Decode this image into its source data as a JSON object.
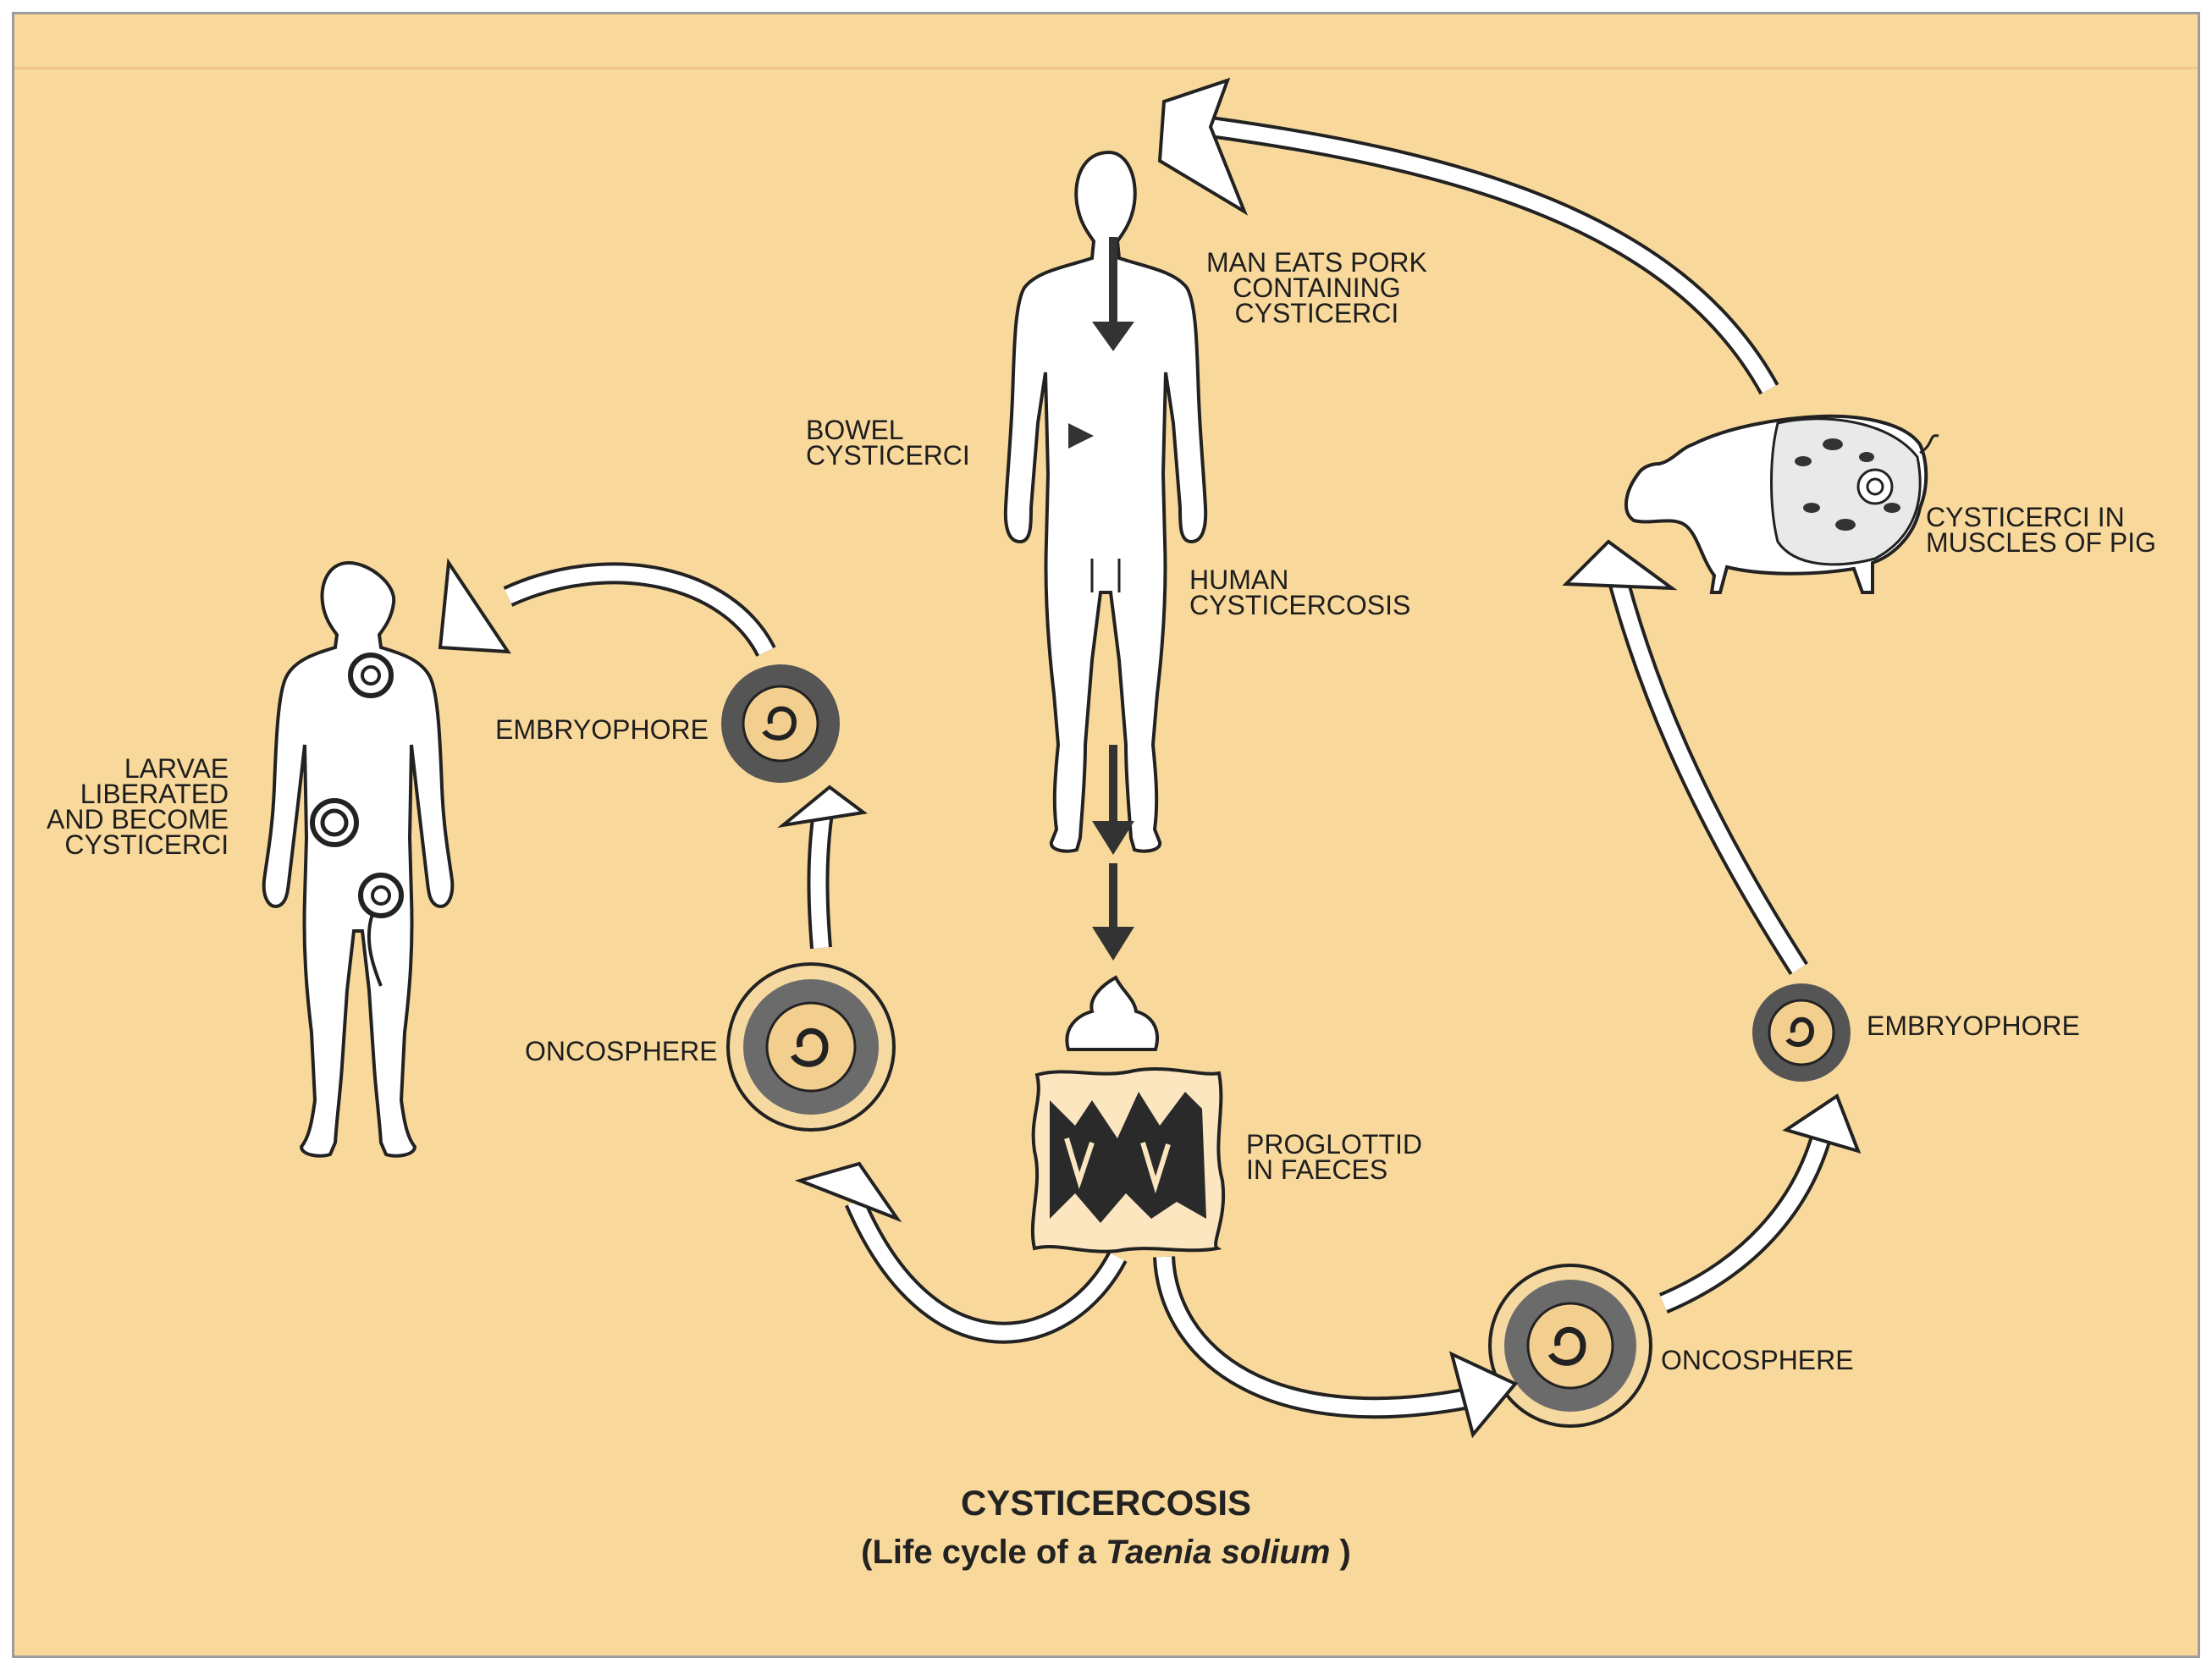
{
  "labels": {
    "man_eats_pork": "MAN EATS PORK\nCONTAINING\nCYSTICERCI",
    "bowel_cysticerci": "BOWEL\nCYSTICERCI",
    "human_cysticercosis": "HUMAN\nCYSTICERCOSIS",
    "cysticerci_in_pig": "CYSTICERCI IN\nMUSCLES OF PIG",
    "embryophore_left": "EMBRYOPHORE",
    "embryophore_right": "EMBRYOPHORE",
    "oncosphere_left": "ONCOSPHERE",
    "oncosphere_right": "ONCOSPHERE",
    "larvae_liberated": "LARVAE\nLIBERATED\nAND BECOME\nCYSTICERCI",
    "proglottid": "PROGLOTTID\nIN FAECES"
  },
  "caption": {
    "title": "CYSTICERCOSIS",
    "sub_prefix": "(Life cycle of a ",
    "sub_italic": "Taenia solium",
    "sub_suffix": " )"
  },
  "colors": {
    "background": "#f9d99b",
    "ink": "#1e1e1e",
    "figure_fill": "#ffffff"
  }
}
